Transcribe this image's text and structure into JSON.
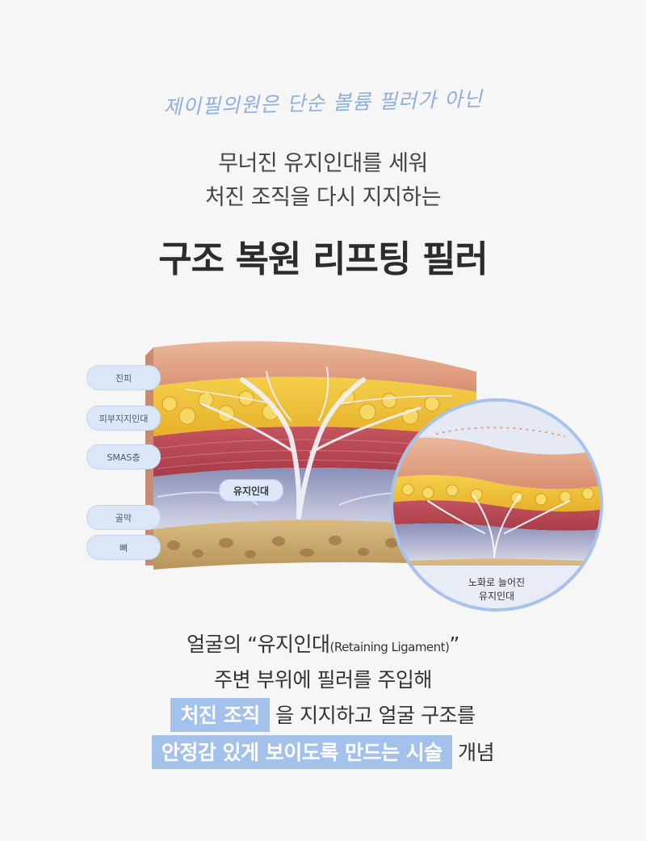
{
  "intro": {
    "script_line": "제이필의원은 단순 볼륨 필러가 아닌",
    "subtitle_line1": "무너진 유지인대를 세워",
    "subtitle_line2": "처진 조직을 다시 지지하는",
    "headline": "구조 복원 리프팅 필러"
  },
  "diagram": {
    "layer_labels": [
      "진피",
      "피부지지인대",
      "SMAS층",
      "골막",
      "뼈"
    ],
    "ligament_tag": "유지인대",
    "circle_caption_line1": "노화로 늘어진",
    "circle_caption_line2": "유지인대"
  },
  "closing": {
    "line1_pre": "얼굴의 “유지인대",
    "line1_paren": "(Retaining Ligament)",
    "line1_post": "”",
    "line2": "주변 부위에 필러를 주입해",
    "line3_highlight": "처진 조직",
    "line3_rest": "을 지지하고 얼굴 구조를",
    "line4_highlight": "안정감 있게 보이도록 만드는 시술",
    "line4_rest": "개념"
  },
  "colors": {
    "background": "#f6f6f7",
    "accent_blue": "#a4c1ec",
    "script_blue": "#8eaee0",
    "pill_bg": "#dbe6f6"
  }
}
